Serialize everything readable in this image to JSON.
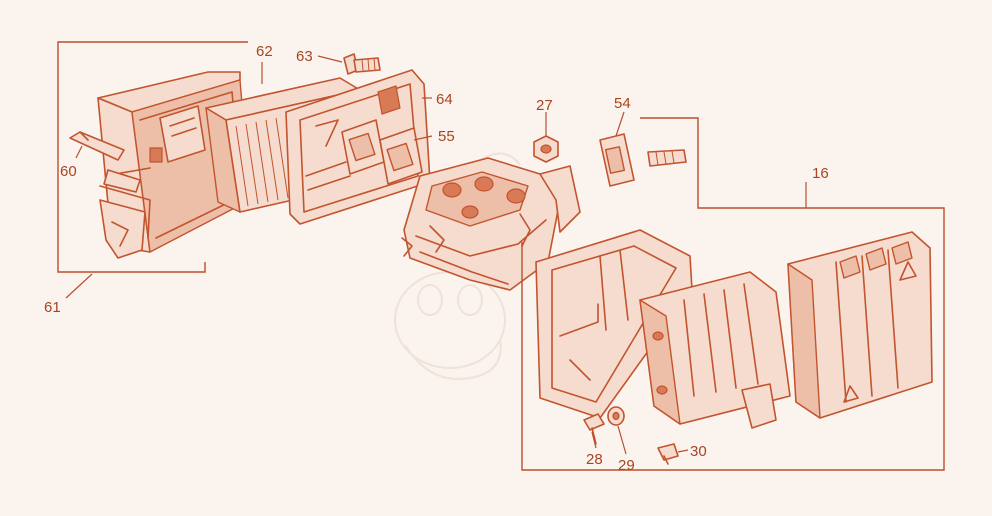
{
  "colors": {
    "ink": "#c2542e",
    "paper": "#fbf3ee",
    "label": "#a8451f"
  },
  "callouts": {
    "p16": "16",
    "p27": "27",
    "p28": "28",
    "p29": "29",
    "p30": "30",
    "p54": "54",
    "p55": "55",
    "p60": "60",
    "p61": "61",
    "p62": "62",
    "p63": "63",
    "p64": "64"
  }
}
